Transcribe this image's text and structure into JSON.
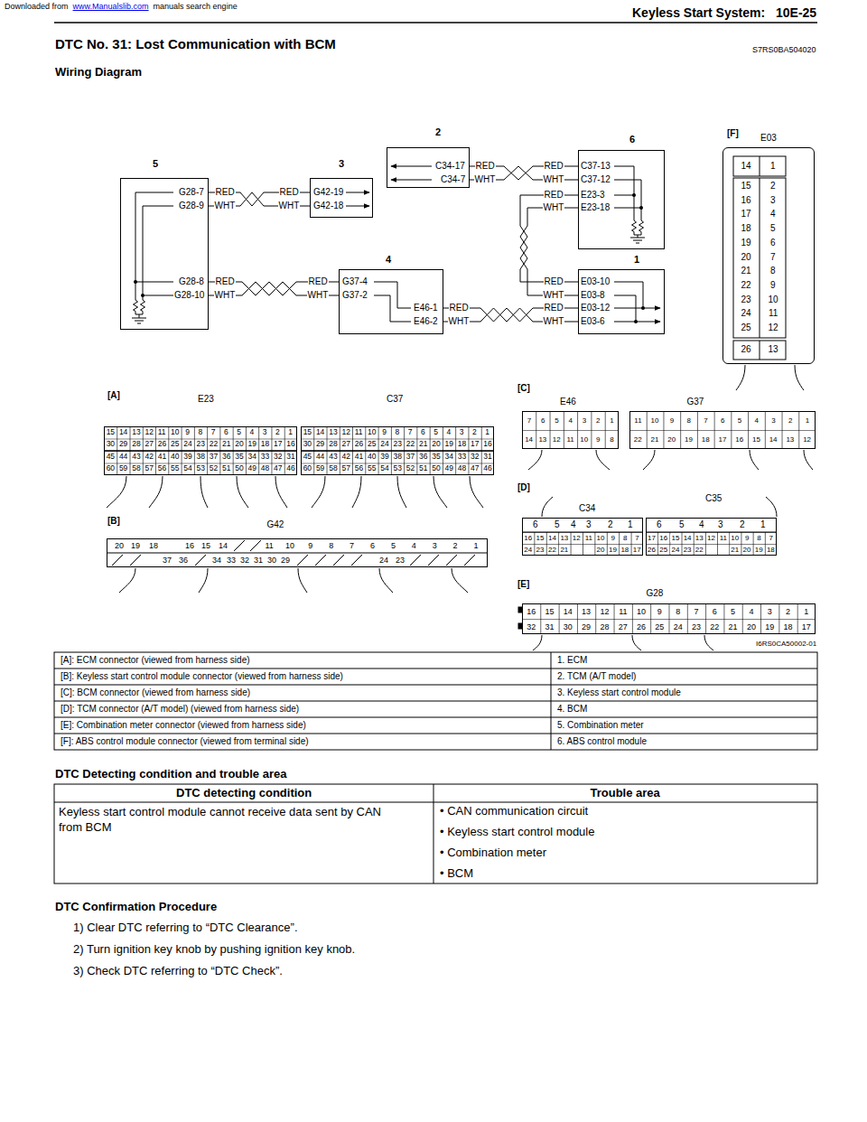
{
  "diagram": {
    "title": "DTC No. 31: Lost Communication with BCM",
    "nodes": [
      {
        "text": [
          "2",
          "C34-17",
          "C34-7"
        ]
      },
      {
        "text": [
          "6",
          "C37-13",
          "C37-12",
          "E23-3",
          "E23-18"
        ]
      },
      {
        "text": [
          "5",
          "G28-7",
          "G28-9",
          "G28-8",
          "G28-10"
        ]
      },
      {
        "text": [
          "3",
          "G42-19",
          "G42-18"
        ]
      },
      {
        "text": [
          "4",
          "G37-4",
          "G37-2",
          "E46-1",
          "E46-2"
        ]
      },
      {
        "text": [
          "1",
          "E03-10",
          "E03-8",
          "E03-12",
          "E03-6"
        ]
      },
      {
        "text": [
          "E03",
          "14",
          "1",
          "15",
          "2",
          "16",
          "3",
          "17",
          "4",
          "18",
          "5",
          "19",
          "6",
          "20",
          "7",
          "21",
          "8",
          "22",
          "9",
          "23",
          "10",
          "24",
          "11",
          "25",
          "12",
          "26",
          "13"
        ]
      },
      {
        "text": [
          "E23",
          "15",
          "14",
          "13",
          "12",
          "11",
          "10",
          "9",
          "8",
          "7",
          "6",
          "5",
          "4",
          "3",
          "2",
          "1",
          "30",
          "29",
          "28",
          "27",
          "26",
          "25",
          "24",
          "23",
          "22",
          "21",
          "20",
          "19",
          "18",
          "17",
          "16",
          "45",
          "44",
          "43",
          "42",
          "41",
          "40",
          "39",
          "38",
          "37",
          "36",
          "35",
          "34",
          "33",
          "32",
          "31",
          "60",
          "59",
          "58",
          "57",
          "56",
          "55",
          "54",
          "53",
          "52",
          "51",
          "50",
          "49",
          "48",
          "47",
          "46"
        ]
      },
      {
        "text": [
          "C37",
          "15",
          "14",
          "13",
          "12",
          "11",
          "10",
          "9",
          "8",
          "7",
          "6",
          "5",
          "4",
          "3",
          "2",
          "1",
          "30",
          "29",
          "28",
          "27",
          "26",
          "25",
          "24",
          "23",
          "22",
          "21",
          "20",
          "19",
          "18",
          "17",
          "16",
          "45",
          "44",
          "43",
          "42",
          "41",
          "40",
          "39",
          "38",
          "37",
          "36",
          "35",
          "34",
          "33",
          "32",
          "31",
          "60",
          "59",
          "58",
          "57",
          "56",
          "55",
          "54",
          "53",
          "52",
          "51",
          "50",
          "49",
          "48",
          "47",
          "46"
        ]
      },
      {
        "text": [
          "E46",
          "7",
          "6",
          "5",
          "4",
          "3",
          "2",
          "1",
          "14",
          "13",
          "12",
          "11",
          "10",
          "9",
          "8"
        ]
      },
      {
        "text": [
          "G37",
          "11",
          "10",
          "9",
          "8",
          "7",
          "6",
          "5",
          "4",
          "3",
          "2",
          "1",
          "22",
          "21",
          "20",
          "19",
          "18",
          "17",
          "16",
          "15",
          "14",
          "13",
          "12"
        ]
      },
      {
        "text": [
          "C34",
          "6",
          "5",
          "4",
          "3",
          "2",
          "1",
          "16",
          "15",
          "14",
          "13",
          "12",
          "11",
          "10",
          "9",
          "8",
          "7",
          "24",
          "23",
          "22",
          "21",
          "20",
          "19",
          "18",
          "17"
        ]
      },
      {
        "text": [
          "C35",
          "6",
          "5",
          "4",
          "3",
          "2",
          "1",
          "17",
          "16",
          "15",
          "14",
          "13",
          "12",
          "11",
          "10",
          "9",
          "8",
          "7",
          "26",
          "25",
          "24",
          "23",
          "22",
          "21",
          "20",
          "19",
          "18"
        ]
      },
      {
        "text": [
          "G42",
          "20",
          "19",
          "18",
          "16",
          "15",
          "14",
          "11",
          "10",
          "9",
          "8",
          "7",
          "6",
          "5",
          "4",
          "3",
          "2",
          "1",
          "37",
          "36",
          "34",
          "33",
          "32",
          "31",
          "30",
          "29",
          "24",
          "23"
        ]
      },
      {
        "text": [
          "G28",
          "16",
          "15",
          "14",
          "13",
          "12",
          "11",
          "10",
          "9",
          "8",
          "7",
          "6",
          "5",
          "4",
          "3",
          "2",
          "1",
          "32",
          "31",
          "30",
          "29",
          "28",
          "27",
          "26",
          "25",
          "24",
          "23",
          "22",
          "21",
          "20",
          "19",
          "18",
          "17"
        ]
      }
    ],
    "edges": [
      {
        "from": 0,
        "to": 1,
        "arrow": "none"
      },
      {
        "from": 1,
        "to": 5,
        "arrow": "none"
      },
      {
        "from": 2,
        "to": 3,
        "arrow": "none"
      },
      {
        "from": 2,
        "to": 4,
        "arrow": "none"
      },
      {
        "from": 4,
        "to": 5,
        "arrow": "none"
      }
    ],
    "labels": [
      "Downloaded from",
      "www.Manualslib.com",
      "manuals search engine",
      "Keyless Start System:",
      "10E-25",
      "S7RS0BA504020",
      "Wiring Diagram",
      "RED",
      "WHT",
      "RED",
      "WHT",
      "RED",
      "WHT",
      "RED",
      "WHT",
      "RED",
      "WHT",
      "RED",
      "WHT",
      "RED",
      "WHT",
      "RED",
      "WHT",
      "RED",
      "WHT",
      "RED",
      "WHT",
      "[F]",
      "[A]",
      "[C]",
      "[B]",
      "[D]",
      "[E]",
      "I6RS0CA50002-01",
      "[A]: ECM connector (viewed from harness side)",
      "1. ECM",
      "[B]: Keyless start control module connector (viewed from harness side)",
      "2. TCM (A/T model)",
      "[C]: BCM connector (viewed from harness side)",
      "3. Keyless start control module",
      "[D]: TCM connector (A/T model) (viewed from harness side)",
      "4. BCM",
      "[E]: Combination meter connector (viewed from harness side)",
      "5. Combination meter",
      "[F]: ABS control module connector (viewed from terminal side)",
      "6. ABS control module",
      "DTC Detecting condition and trouble area",
      "DTC detecting condition",
      "Trouble area",
      "Keyless start control module cannot receive data sent by CAN from BCM",
      "• CAN communication circuit",
      "• Keyless start control module",
      "• Combination meter",
      "• BCM",
      "DTC Confirmation Procedure",
      "1) Clear DTC referring to “DTC Clearance”.",
      "2) Turn ignition key knob by pushing ignition key knob.",
      "3) Check DTC referring to “DTC Check”."
    ]
  }
}
